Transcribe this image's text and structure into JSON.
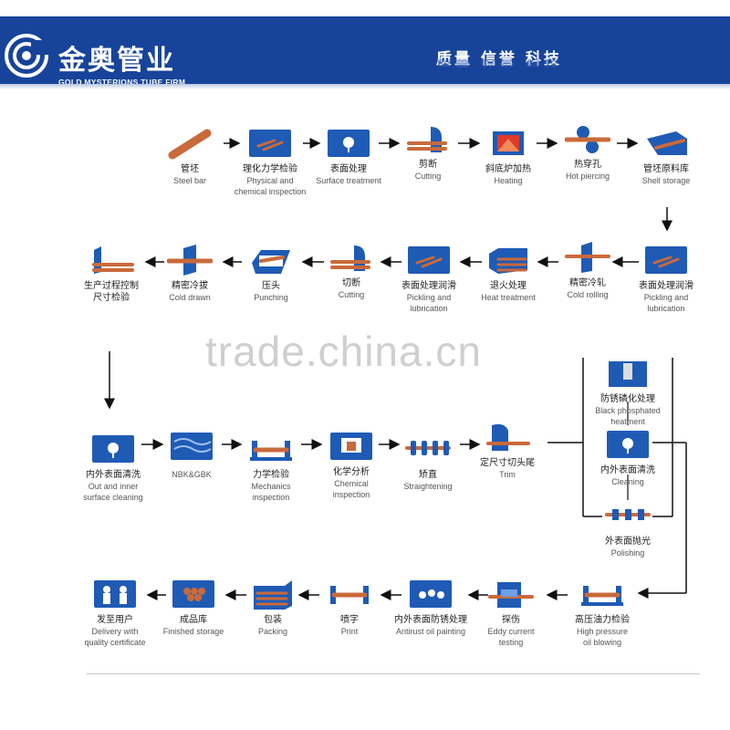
{
  "header": {
    "brand_cn": "金奥管业",
    "brand_en": "GOLD MYSTERIONS TUBE FIRM",
    "slogan": "质量 信誉 科技"
  },
  "watermark": "trade.china.cn",
  "colors": {
    "header": "#17449a",
    "icon_blue": "#1f5bb5",
    "copper": "#c96a3a",
    "arrow": "#111111"
  },
  "steps": [
    {
      "cn": "管坯",
      "en": [
        "Steel bar"
      ],
      "icon": "steel-bar-icon"
    },
    {
      "cn": "理化力学检验",
      "en": [
        "Physical and",
        "chemical inspection"
      ],
      "icon": "inspection-icon"
    },
    {
      "cn": "表面处理",
      "en": [
        "Surface treatment"
      ],
      "icon": "surface-treatment-icon"
    },
    {
      "cn": "剪断",
      "en": [
        "Cutting"
      ],
      "icon": "cutting-icon"
    },
    {
      "cn": "斜底炉加热",
      "en": [
        "Heating"
      ],
      "icon": "furnace-icon"
    },
    {
      "cn": "热穿孔",
      "en": [
        "Hot piercing"
      ],
      "icon": "piercing-icon"
    },
    {
      "cn": "管坯原料库",
      "en": [
        "Shell storage"
      ],
      "icon": "storage-icon"
    },
    {
      "cn": "生产过程控制",
      "cn2": "尺寸检验",
      "en": [],
      "icon": "process-control-icon"
    },
    {
      "cn": "精密冷拔",
      "en": [
        "Cold drawn"
      ],
      "icon": "cold-drawn-icon"
    },
    {
      "cn": "压头",
      "en": [
        "Punching"
      ],
      "icon": "punching-icon"
    },
    {
      "cn": "切断",
      "en": [
        "Cutting"
      ],
      "icon": "cutting-icon"
    },
    {
      "cn": "表面处理润滑",
      "en": [
        "Pickling and",
        "lubrication"
      ],
      "icon": "pickling-icon"
    },
    {
      "cn": "退火处理",
      "en": [
        "Heat treatment"
      ],
      "icon": "heat-treatment-icon"
    },
    {
      "cn": "精密冷轧",
      "en": [
        "Cold rolling"
      ],
      "icon": "cold-rolling-icon"
    },
    {
      "cn": "表面处理润滑",
      "en": [
        "Pickling and",
        "lubrication"
      ],
      "icon": "pickling-icon"
    },
    {
      "cn": "防锈磷化处理",
      "en": [
        "Black phosphated",
        "heatment"
      ],
      "icon": "phosphating-icon"
    },
    {
      "cn": "内外表面清洗",
      "en": [
        "Cleaning"
      ],
      "icon": "cleaning-icon"
    },
    {
      "cn": "外表面抛光",
      "en": [
        "Polishing"
      ],
      "icon": "polishing-icon"
    },
    {
      "cn": "定尺寸切头尾",
      "en": [
        "Trim"
      ],
      "icon": "trim-icon"
    },
    {
      "cn": "矫直",
      "en": [
        "Straightening"
      ],
      "icon": "straightening-icon"
    },
    {
      "cn": "化学分析",
      "en": [
        "Chemical",
        "inspection"
      ],
      "icon": "chemical-icon"
    },
    {
      "cn": "力学检验",
      "en": [
        "Mechanics",
        "inspection"
      ],
      "icon": "mechanics-icon"
    },
    {
      "cn": "",
      "en": [
        "NBK&GBK"
      ],
      "icon": "nbk-icon"
    },
    {
      "cn": "内外表面清洗",
      "en": [
        "Out and inner",
        "surface cleaning"
      ],
      "icon": "cleaning-icon"
    },
    {
      "cn": "高压油力检验",
      "en": [
        "High pressure",
        "oil blowing"
      ],
      "icon": "pressure-test-icon"
    },
    {
      "cn": "探伤",
      "en": [
        "Eddy current",
        "testing"
      ],
      "icon": "eddy-current-icon"
    },
    {
      "cn": "内外表面防锈处理",
      "en": [
        "Antirust oil painting"
      ],
      "icon": "antirust-icon"
    },
    {
      "cn": "喷字",
      "en": [
        "Print"
      ],
      "icon": "print-icon"
    },
    {
      "cn": "包装",
      "en": [
        "Packing"
      ],
      "icon": "packing-icon"
    },
    {
      "cn": "成品库",
      "en": [
        "Finished storage"
      ],
      "icon": "finished-storage-icon"
    },
    {
      "cn": "发至用户",
      "en": [
        "Delivery with",
        "quality certificate"
      ],
      "icon": "delivery-icon"
    }
  ]
}
